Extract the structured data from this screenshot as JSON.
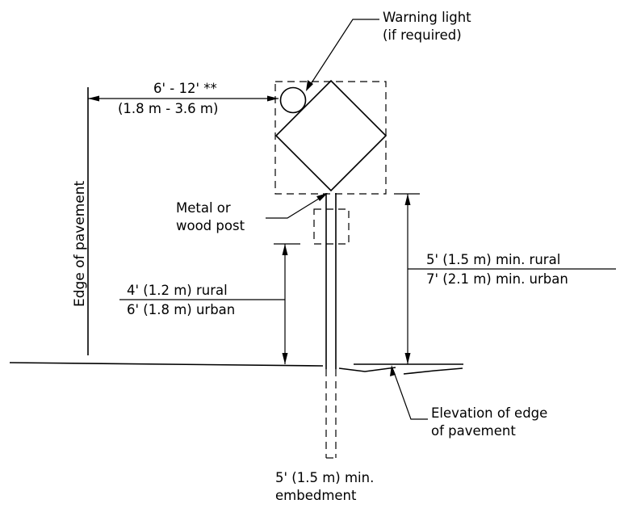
{
  "labels": {
    "warning_light_line1": "Warning light",
    "warning_light_line2": "(if required)",
    "offset_imperial": "6' - 12' **",
    "offset_metric": "(1.8 m - 3.6 m)",
    "edge_of_pavement": "Edge of pavement",
    "post_line1": "Metal or",
    "post_line2": "wood post",
    "height_small_line1": "4' (1.2 m) rural",
    "height_small_line2": "6' (1.8 m) urban",
    "height_large_line1": "5' (1.5 m) min. rural",
    "height_large_line2": "7' (2.1 m) min. urban",
    "elevation_line1": "Elevation of edge",
    "elevation_line2": "of pavement",
    "embedment_line1": "5' (1.5 m) min.",
    "embedment_line2": "embedment"
  },
  "colors": {
    "ink": "#000000",
    "background": "#ffffff"
  }
}
